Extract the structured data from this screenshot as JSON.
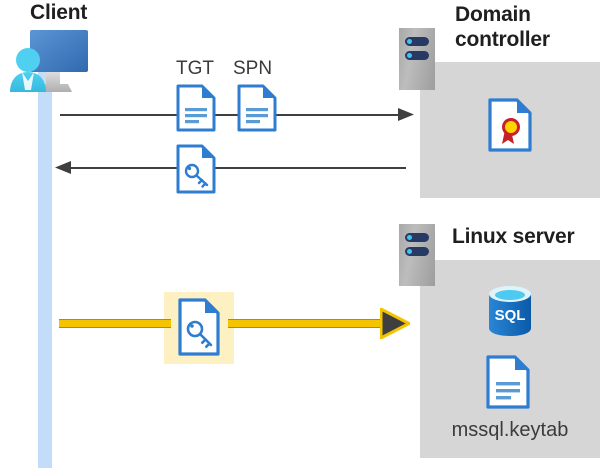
{
  "diagram": {
    "title_client": "Client",
    "title_domain_controller": "Domain\ncontroller",
    "title_domain_controller_line1": "Domain",
    "title_domain_controller_line2": "controller",
    "title_linux_server": "Linux server",
    "labels": {
      "tgt": "TGT",
      "spn": "SPN",
      "keytab_file": "mssql.keytab",
      "sql_badge": "SQL"
    },
    "icons": {
      "client": "client-workstation-icon",
      "server_rack": "server-rack-icon",
      "tgt_document": "document-icon",
      "spn_document": "document-icon",
      "returned_ticket": "document-key-icon",
      "sent_ticket": "document-key-icon",
      "certificate": "certificate-document-icon",
      "sql_database": "sql-database-icon",
      "keytab_document": "document-icon"
    },
    "flows": [
      {
        "name": "request-tgt-spn",
        "direction": "client-to-domain-controller",
        "style": "thin-black-arrow",
        "labels": [
          "TGT",
          "SPN"
        ]
      },
      {
        "name": "receive-service-ticket",
        "direction": "domain-controller-to-client",
        "style": "thin-black-arrow",
        "labels": []
      },
      {
        "name": "present-service-ticket",
        "direction": "client-to-linux-server",
        "style": "thick-yellow-arrow",
        "labels": [],
        "highlighted": true
      }
    ],
    "colors": {
      "lifeline": "#c3dcfa",
      "panel_gray": "#d6d6d6",
      "rack_gray": "#b0b0b0",
      "rack_led": "#273a63",
      "rack_led_dot": "#3fc3f0",
      "doc_blue": "#2e7dd1",
      "doc_fold": "#1f6cb8",
      "arrow_black": "#3f3f3f",
      "arrow_yellow": "#f5c400",
      "arrow_yellow_edge": "#b58b00",
      "highlight_yellow": "#fdf0c2",
      "cert_seal_red": "#c8202a",
      "cert_seal_gold": "#ffd300",
      "sql_blue": "#0f6cbd",
      "title_text": "#1f1f1f",
      "label_text": "#3b3b3b"
    }
  }
}
